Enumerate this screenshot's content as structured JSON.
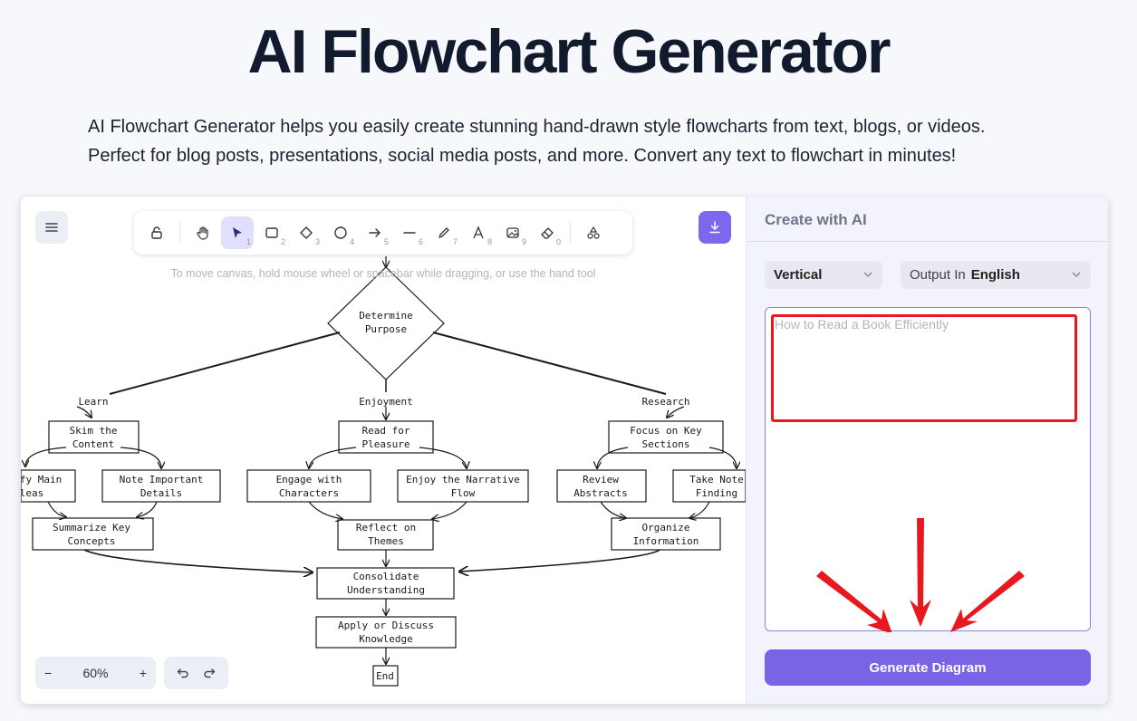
{
  "page": {
    "title": "AI Flowchart Generator",
    "description_line1": "AI Flowchart Generator helps you easily create stunning hand-drawn style flowcharts from text, blogs, or videos.",
    "description_line2": "Perfect for blog posts, presentations, social media posts, and more. Convert any text to flowchart in minutes!"
  },
  "toolbar": {
    "tools": [
      {
        "icon": "lock-icon",
        "num": ""
      },
      {
        "icon": "hand-icon",
        "num": ""
      },
      {
        "icon": "pointer-icon",
        "num": "1",
        "active": true
      },
      {
        "icon": "rectangle-icon",
        "num": "2"
      },
      {
        "icon": "diamond-icon",
        "num": "3"
      },
      {
        "icon": "ellipse-icon",
        "num": "4"
      },
      {
        "icon": "arrow-icon",
        "num": "5"
      },
      {
        "icon": "line-icon",
        "num": "6"
      },
      {
        "icon": "pencil-icon",
        "num": "7"
      },
      {
        "icon": "text-icon",
        "num": "8"
      },
      {
        "icon": "image-icon",
        "num": "9"
      },
      {
        "icon": "eraser-icon",
        "num": "0"
      },
      {
        "icon": "shapes-library-icon",
        "num": ""
      }
    ]
  },
  "canvas": {
    "hint": "To move canvas, hold mouse wheel or spacebar while dragging, or use the hand tool",
    "zoom": "60%",
    "zoom_minus": "−",
    "zoom_plus": "+"
  },
  "flowchart": {
    "root_line1": "Determine",
    "root_line2": "Purpose",
    "branch_learn": "Learn",
    "branch_enjoyment": "Enjoyment",
    "branch_research": "Research",
    "skim_line1": "Skim the",
    "skim_line2": "Content",
    "read_line1": "Read for",
    "read_line2": "Pleasure",
    "focus_line1": "Focus on Key",
    "focus_line2": "Sections",
    "identify_line1": "fy Main",
    "identify_line2": "leas",
    "note_line1": "Note Important",
    "note_line2": "Details",
    "engage_line1": "Engage with",
    "engage_line2": "Characters",
    "narrative_line1": "Enjoy the Narrative",
    "narrative_line2": "Flow",
    "review_line1": "Review",
    "review_line2": "Abstracts",
    "takenotes_line1": "Take Note",
    "takenotes_line2": "Finding",
    "summarize_line1": "Summarize Key",
    "summarize_line2": "Concepts",
    "reflect_line1": "Reflect on",
    "reflect_line2": "Themes",
    "organize_line1": "Organize",
    "organize_line2": "Information",
    "consolidate_line1": "Consolidate",
    "consolidate_line2": "Understanding",
    "apply_line1": "Apply or Discuss",
    "apply_line2": "Knowledge",
    "end": "End"
  },
  "panel": {
    "title": "Create with AI",
    "direction": "Vertical",
    "output_label": "Output In",
    "output_value": "English",
    "prompt_placeholder": "How to Read a Book Efficiently",
    "generate_label": "Generate Diagram"
  },
  "colors": {
    "accent": "#7b63e6",
    "highlight": "#e8181e"
  }
}
